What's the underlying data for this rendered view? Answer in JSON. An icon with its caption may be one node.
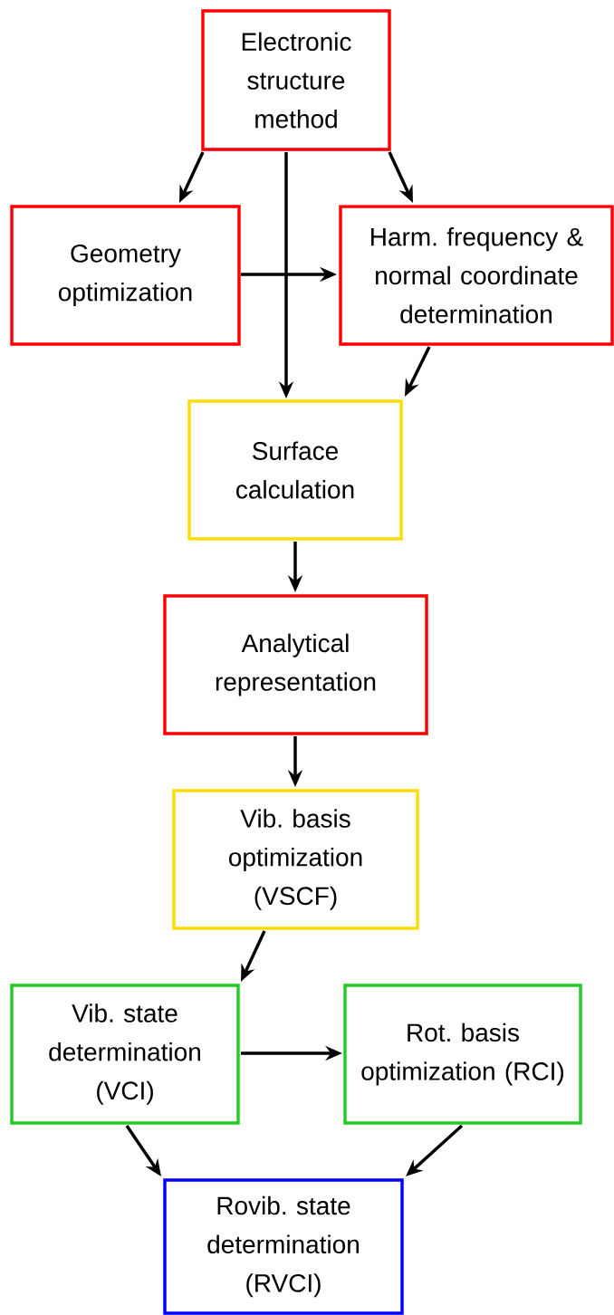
{
  "diagram": {
    "nodes": [
      {
        "text": [
          "Electronic structure method"
        ]
      },
      {
        "text": [
          "Geometry optimization"
        ]
      },
      {
        "text": [
          "Harm. frequency & normal coordinate determination"
        ]
      },
      {
        "text": [
          "Surface calculation"
        ]
      },
      {
        "text": [
          "Analytical representation"
        ]
      },
      {
        "text": [
          "Vib. basis optimization (VSCF)"
        ]
      },
      {
        "text": [
          "Vib. state determination (VCI)"
        ]
      },
      {
        "text": [
          "Rot. basis optimization (RCI)"
        ]
      },
      {
        "text": [
          "Rovib. state determination (RVCI)"
        ]
      }
    ],
    "edges": [
      {
        "from": 0,
        "to": 1,
        "arrow": "to"
      },
      {
        "from": 0,
        "to": 2,
        "arrow": "to"
      },
      {
        "from": 0,
        "to": 3,
        "arrow": "to"
      },
      {
        "from": 1,
        "to": 2,
        "arrow": "to"
      },
      {
        "from": 2,
        "to": 3,
        "arrow": "to"
      },
      {
        "from": 3,
        "to": 4,
        "arrow": "to"
      },
      {
        "from": 4,
        "to": 5,
        "arrow": "to"
      },
      {
        "from": 5,
        "to": 6,
        "arrow": "to"
      },
      {
        "from": 6,
        "to": 7,
        "arrow": "to"
      },
      {
        "from": 6,
        "to": 8,
        "arrow": "to"
      },
      {
        "from": 7,
        "to": 8,
        "arrow": "to"
      }
    ]
  }
}
